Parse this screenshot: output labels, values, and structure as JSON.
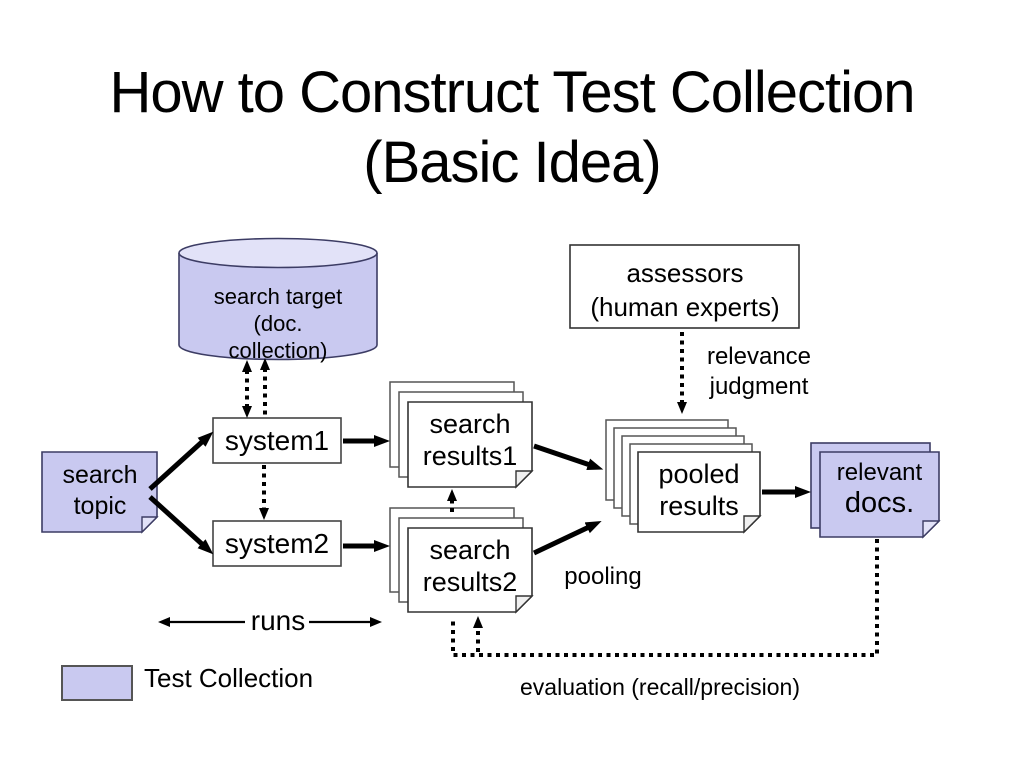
{
  "slide": {
    "title_line1": "How to Construct Test Collection",
    "title_line2": "(Basic Idea)"
  },
  "colors": {
    "collection_fill": "#c9c9f0",
    "collection_fill_light": "#e2e2f8",
    "box_fill": "#ffffff",
    "line_color": "#000000"
  },
  "nodes": {
    "search_target": {
      "line1": "search target",
      "line2": "(doc.",
      "line3": "collection)"
    },
    "assessors": {
      "line1": "assessors",
      "line2": "(human experts)"
    },
    "search_topic": {
      "line1": "search",
      "line2": "topic"
    },
    "system1": {
      "label": "system1"
    },
    "system2": {
      "label": "system2"
    },
    "search_results1": {
      "line1": "search",
      "line2": "results1"
    },
    "search_results2": {
      "line1": "search",
      "line2": "results2"
    },
    "pooled_results": {
      "line1": "pooled",
      "line2": "results"
    },
    "relevant_docs": {
      "line1": "relevant",
      "line2": "docs."
    }
  },
  "annotations": {
    "relevance_line1": "relevance",
    "relevance_line2": "judgment",
    "pooling": "pooling",
    "runs": "runs",
    "evaluation": "evaluation (recall/precision)",
    "legend_label": "Test Collection"
  }
}
